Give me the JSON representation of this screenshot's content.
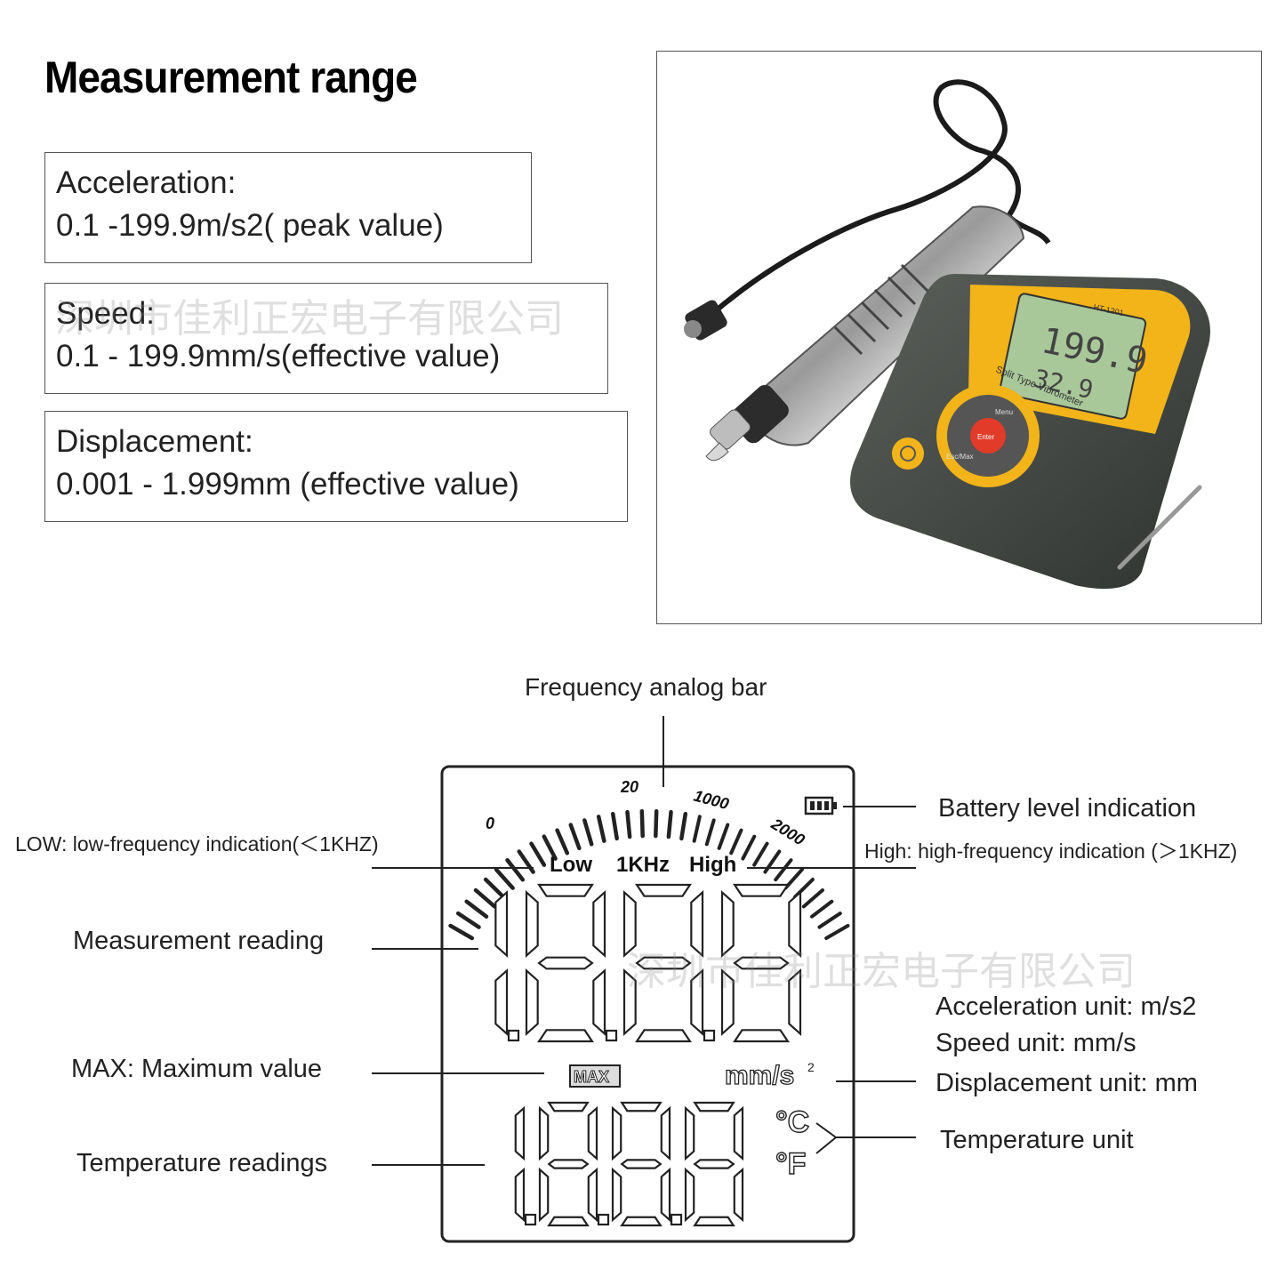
{
  "title": "Measurement range",
  "ranges": [
    {
      "name": "Acceleration:",
      "value": "0.1 -199.9m/s2( peak value)"
    },
    {
      "name": "Speed:",
      "value": "0.1  - 199.9mm/s(effective value)"
    },
    {
      "name": "Displacement:",
      "value": "0.001  - 1.999mm (effective value)"
    }
  ],
  "watermark": "深圳市佳利正宏电子有限公司",
  "device": {
    "model": "HT-1201",
    "screen_main": "199.9",
    "screen_sub": "32.9",
    "caption": "Split Type Vibrometer",
    "buttons": {
      "menu": "Menu",
      "enter": "Enter",
      "escmax": "Esc/Max"
    }
  },
  "callouts": {
    "frequency_bar": "Frequency analog bar",
    "battery": "Battery level indication",
    "low": "LOW: low-frequency indication(＜1KHZ)",
    "high": "High: high-frequency indication (＞1KHZ)",
    "reading": "Measurement reading",
    "accel_unit": "Acceleration unit: m/s2",
    "speed_unit": "Speed unit: mm/s",
    "disp_unit": "Displacement unit: mm",
    "max": "MAX: Maximum value",
    "temp_readings": "Temperature readings",
    "temp_unit": "Temperature unit"
  },
  "lcd": {
    "scale_labels": [
      "0",
      "20",
      "1000",
      "2000"
    ],
    "band_labels": [
      "Low",
      "1KHz",
      "High"
    ],
    "max_label": "MAX",
    "unit_label": "mm/s",
    "unit_sup": "2",
    "celsius": "°C",
    "fahrenheit": "°F",
    "main_digits": "1888",
    "temp_digits": "1888"
  },
  "colors": {
    "device_body": "#4a4f4a",
    "device_yellow": "#f2b418",
    "lcd_green": "#a9c89a",
    "enter_red": "#e23b2a"
  }
}
